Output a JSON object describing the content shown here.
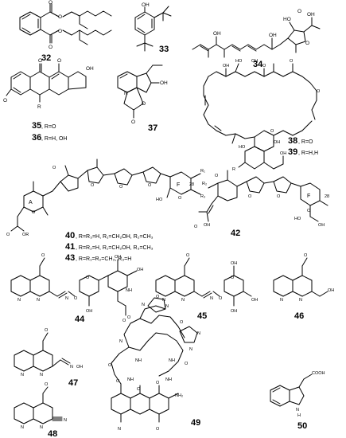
{
  "compounds": {
    "c32": {
      "label": "32"
    },
    "c33": {
      "label": "33"
    },
    "c34": {
      "label": "34"
    },
    "c35_36": {
      "label_35": "35",
      "sub_35": ", R=O",
      "label_36": "36",
      "sub_36": ", R=H, OH"
    },
    "c37": {
      "label": "37"
    },
    "c38_39": {
      "label_38": "38",
      "sub_38": ", R=O",
      "label_39": "39",
      "sub_39": ", R=H,H"
    },
    "c40_43": {
      "label_40": "40",
      "sub_40": ", R=R₃=H, R₁=CH₂OH, R₂=CH₃",
      "label_41": "41",
      "sub_41": ", R=R₂=H, R₁=CH₂OH, R₃=CH₃",
      "label_43": "43",
      "sub_43": ", R=R₁=R₂=CH₃, R₃=H",
      "ring_a": "A",
      "ring_f": "F",
      "c28": "28",
      "r1": "R₁",
      "r2": "R₂",
      "r3": "R₃",
      "ho": "HO",
      "or": "OR"
    },
    "c42": {
      "label": "42",
      "ring_f": "F",
      "c28": "28",
      "oh": "OH",
      "ho": "HO"
    },
    "c44": {
      "label": "44"
    },
    "c45": {
      "label": "45"
    },
    "c46": {
      "label": "46"
    },
    "c47": {
      "label": "47"
    },
    "c48": {
      "label": "48"
    },
    "c49": {
      "label": "49",
      "nh2": "NH₂"
    },
    "c50": {
      "label": "50",
      "cooh": "COOH"
    }
  },
  "atoms": {
    "O": "O",
    "OH": "OH",
    "HO": "HO",
    "N": "N",
    "NH": "NH",
    "H": "H",
    "R": "R"
  }
}
